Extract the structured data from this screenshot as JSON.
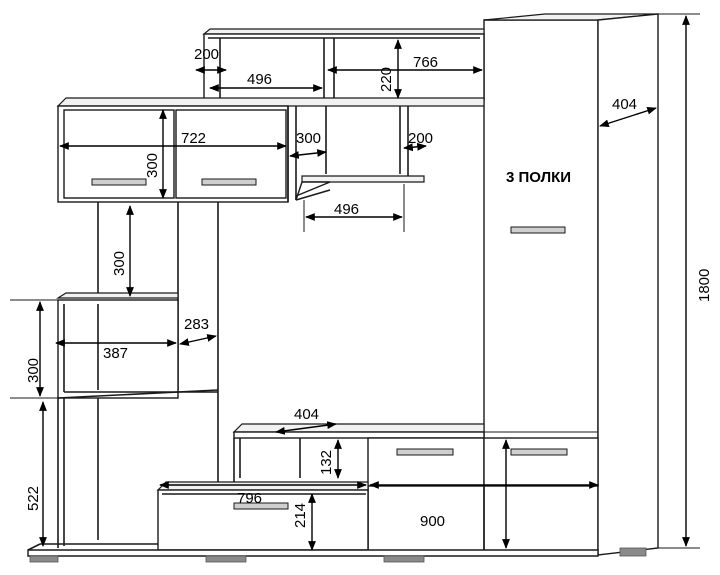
{
  "diagram": {
    "shelves_note": "3 ПОЛКИ",
    "dimensions": {
      "top_left_gap": "200",
      "top_shelf_width": "496",
      "top_box_width": "766",
      "top_box_height": "220",
      "wardrobe_depth": "404",
      "total_height": "1800",
      "upper_cabinet_width": "722",
      "upper_cabinet_height": "300",
      "shelf_gap": "300",
      "small_depth": "200",
      "hanging_shelf_width": "496",
      "column_gap": "300",
      "side_depth": "283",
      "side_shelf_width": "387",
      "side_shelf_height": "300",
      "bottom_height": "522",
      "tv_shelf_depth": "404",
      "tv_niche_height": "132",
      "low_shelf_width": "796",
      "low_shelf_height": "214",
      "base_width": "900"
    }
  }
}
